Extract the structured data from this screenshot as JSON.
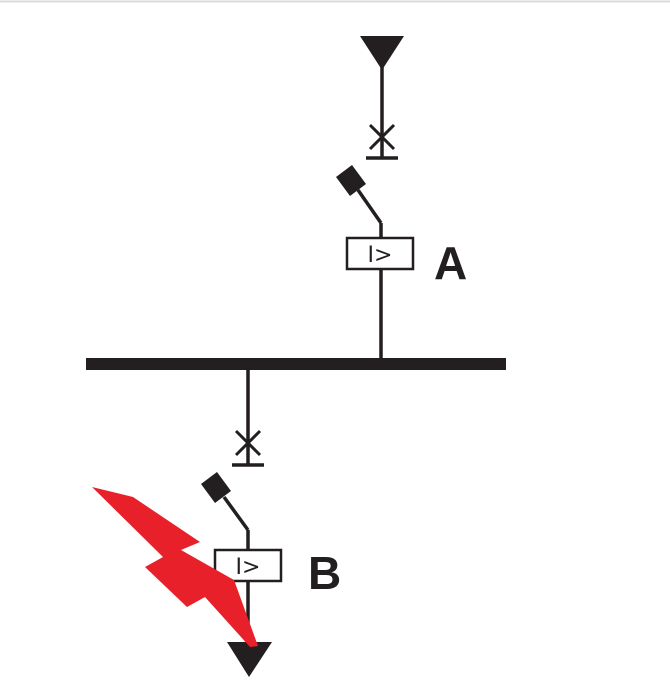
{
  "diagram": {
    "breaker_a": {
      "label": "A",
      "relay_symbol": "I>"
    },
    "breaker_b": {
      "label": "B",
      "relay_symbol": "I>"
    }
  },
  "colors": {
    "line": "#231f20",
    "fault": "#e8202a",
    "background": "#ffffff"
  },
  "icons": {
    "source": "triangle-down-icon",
    "load": "triangle-down-icon",
    "disconnector": "cross-disconnector-icon",
    "fault": "lightning-bolt-icon"
  }
}
